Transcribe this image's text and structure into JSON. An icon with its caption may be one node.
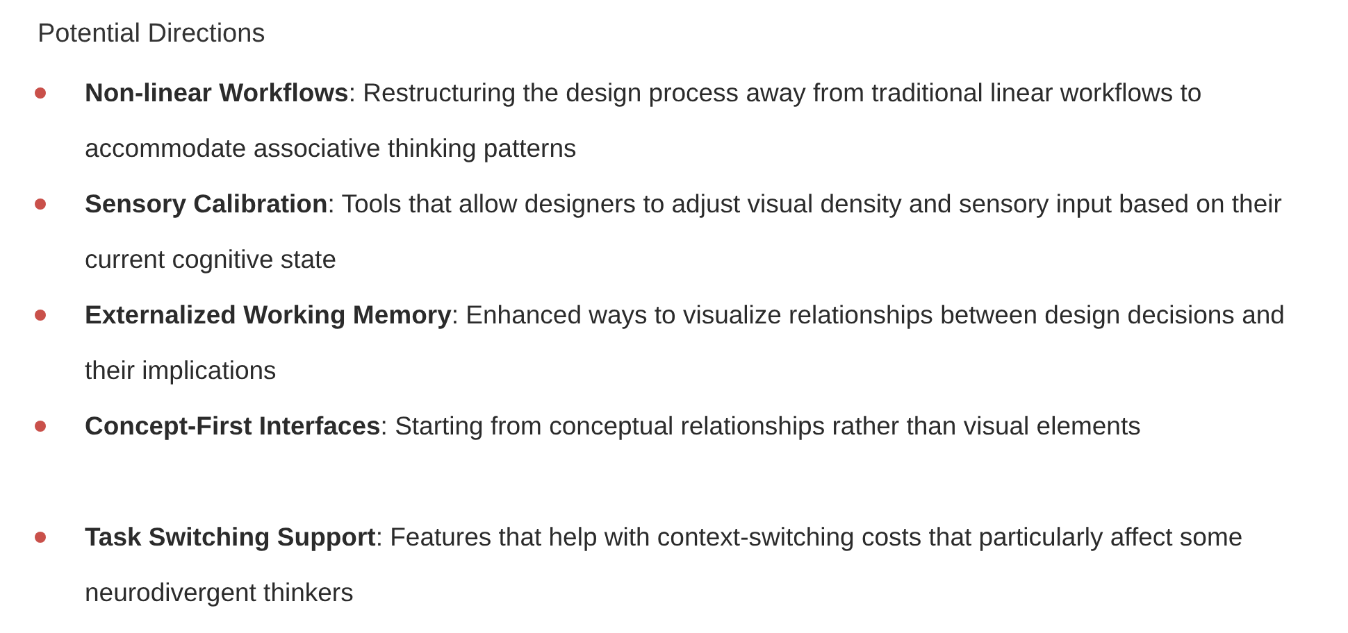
{
  "diagram": {
    "title": "Potential Directions",
    "labels": [
      "**Non-linear Workflows**: Restructuring the design process away from traditional linear workflows to accommodate associative thinking patterns",
      "**Sensory Calibration**: Tools that allow designers to adjust visual density and sensory input based on their current cognitive state",
      "**Externalized Working Memory**: Enhanced ways to visualize relationships between design decisions and their implications",
      "**Concept-First Interfaces**: Starting from conceptual relationships rather than visual elements",
      "**Task Switching Support**: Features that help with context-switching costs that particularly affect some neurodivergent thinkers"
    ]
  }
}
